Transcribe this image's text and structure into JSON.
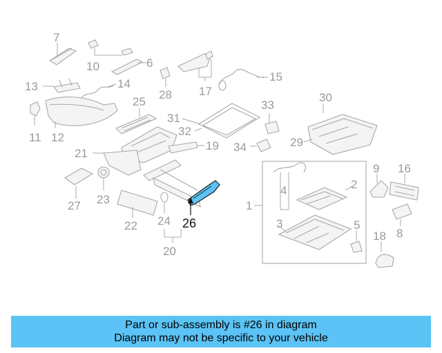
{
  "diagram": {
    "labels": {
      "l7": "7",
      "l10": "10",
      "l6": "6",
      "l17": "17",
      "l15": "15",
      "l13": "13",
      "l14": "14",
      "l28": "28",
      "l11": "11",
      "l12": "12",
      "l25": "25",
      "l31": "31",
      "l32": "32",
      "l33": "33",
      "l30": "30",
      "l29": "29",
      "l19": "19",
      "l34": "34",
      "l21": "21",
      "l9": "9",
      "l16": "16",
      "l27": "27",
      "l23": "23",
      "l4": "4",
      "l2": "2",
      "l1": "1",
      "l3": "3",
      "l5": "5",
      "l8": "8",
      "l18": "18",
      "l22": "22",
      "l24": "24",
      "l20": "20",
      "l26": "26"
    },
    "highlight_color": "#5bc3f5"
  },
  "caption": {
    "line1": "Part or sub-assembly is #26 in diagram",
    "line2": "Diagram may not be specific to your vehicle",
    "background": "#5bc3f5"
  }
}
